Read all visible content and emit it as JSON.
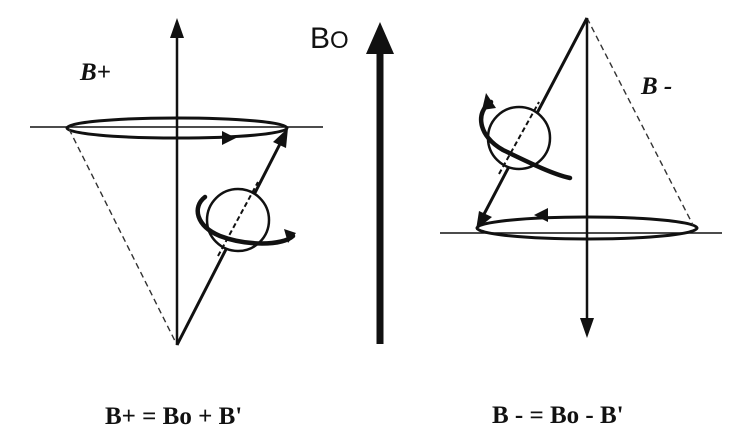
{
  "labels": {
    "b_plus": "B+",
    "b_minus": "B -",
    "b0_main": "B",
    "b0_sub": "O",
    "formula_plus": "B+ = Bo + B'",
    "formula_minus": "B - = Bo - B'"
  }
}
